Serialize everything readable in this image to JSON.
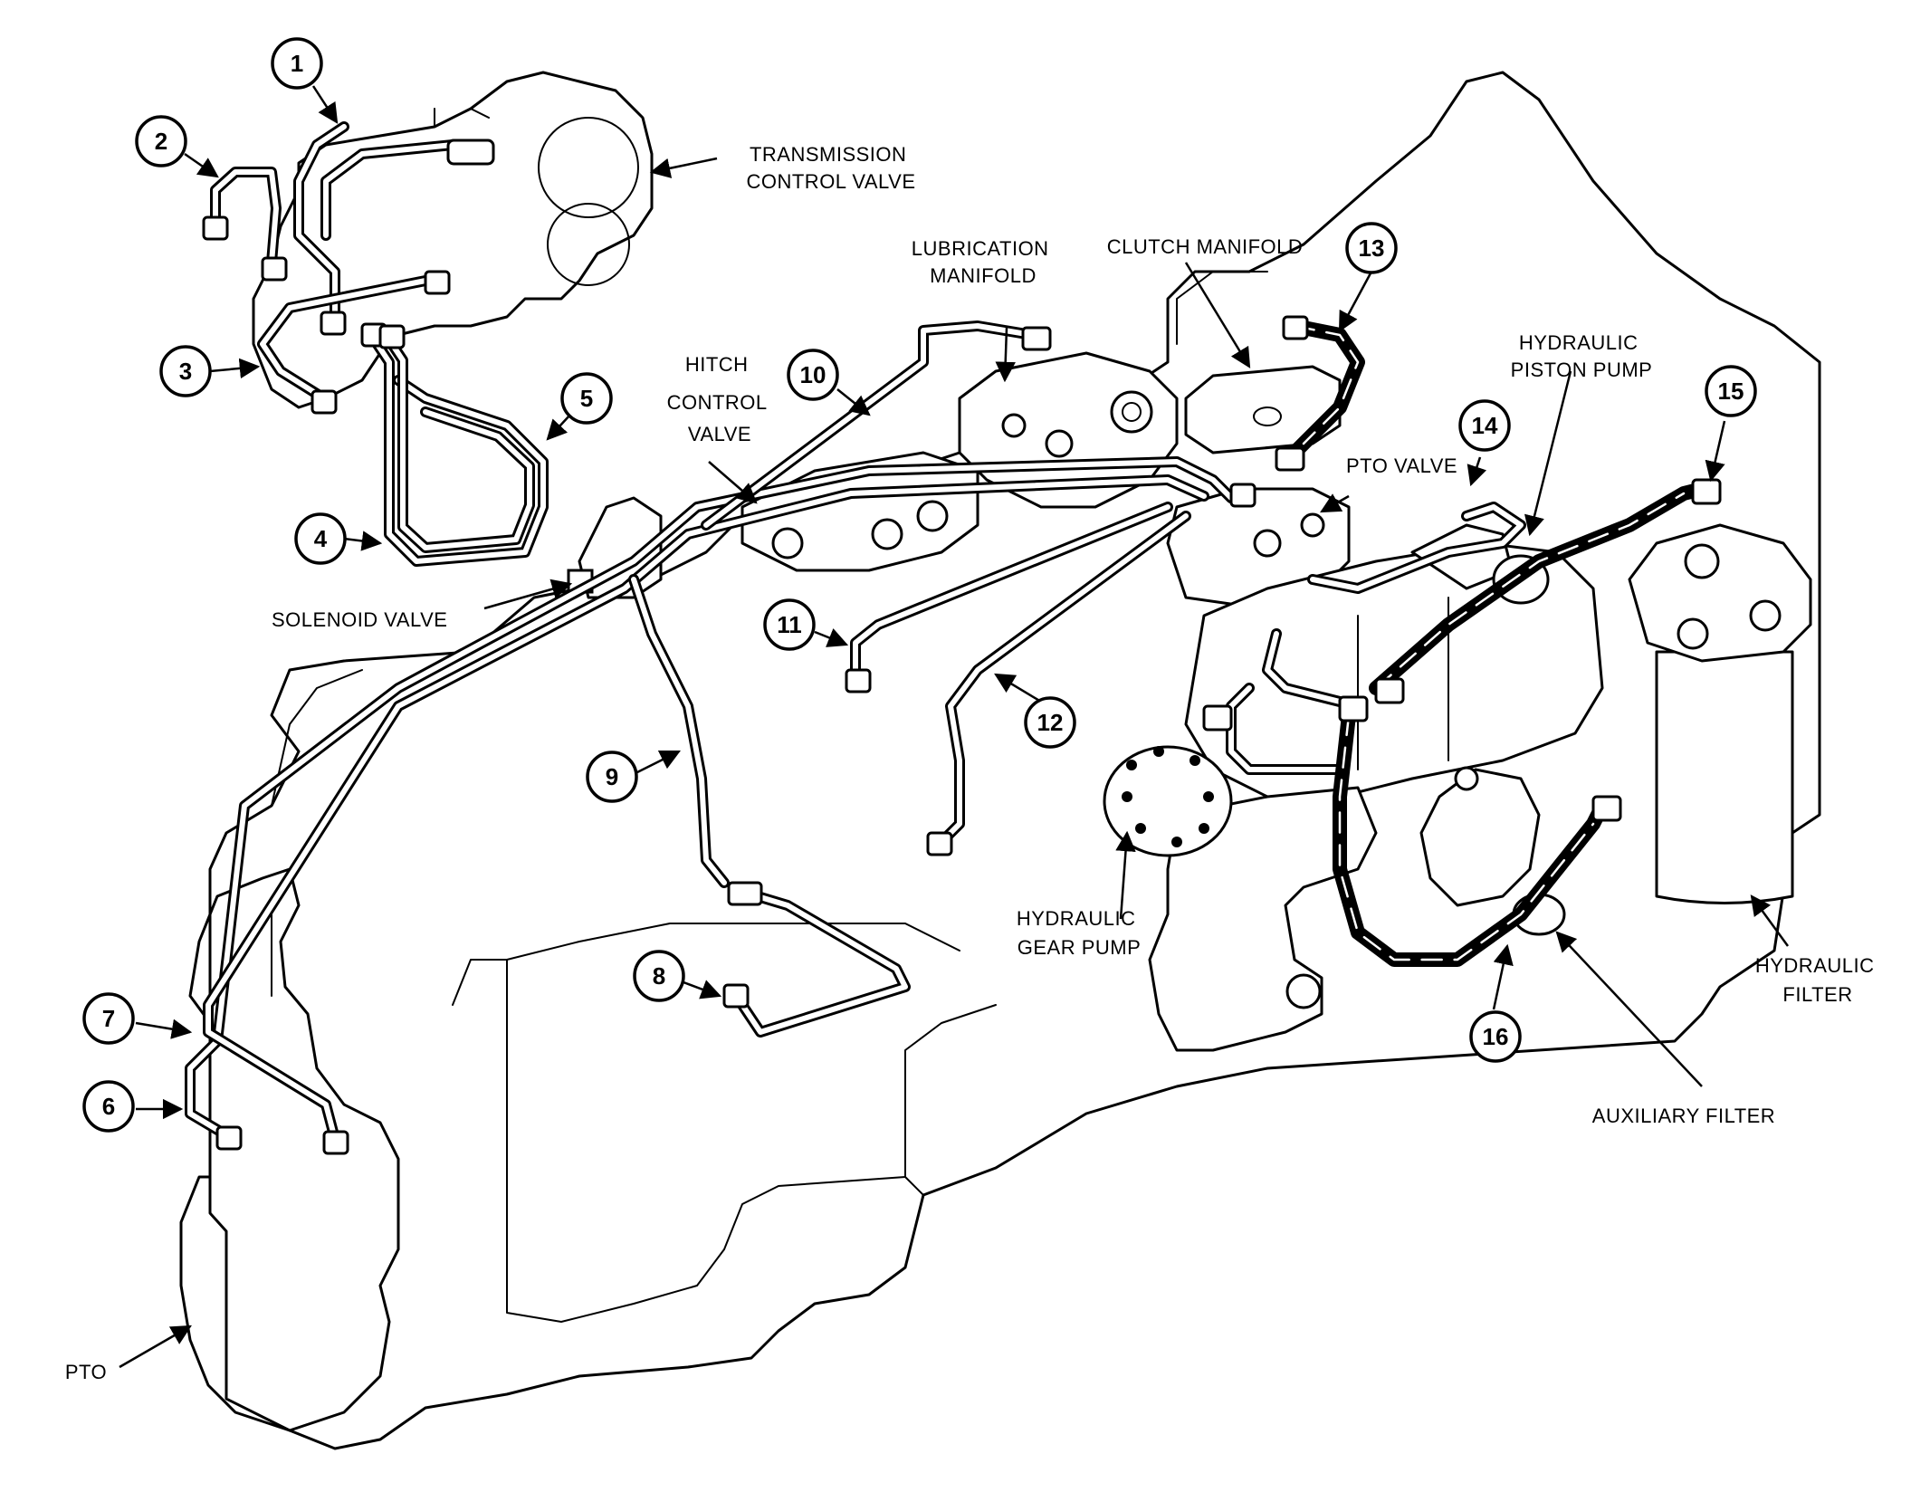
{
  "diagram": {
    "callouts": [
      "1",
      "2",
      "3",
      "4",
      "5",
      "6",
      "7",
      "8",
      "9",
      "10",
      "11",
      "12",
      "13",
      "14",
      "15",
      "16"
    ],
    "labels": {
      "transmission_control_valve": [
        "TRANSMISSION",
        "CONTROL VALVE"
      ],
      "lubrication_manifold": [
        "LUBRICATION",
        "MANIFOLD"
      ],
      "clutch_manifold": [
        "CLUTCH MANIFOLD"
      ],
      "hitch_control_valve": [
        "HITCH",
        "CONTROL",
        "VALVE"
      ],
      "hydraulic_piston_pump": [
        "HYDRAULIC",
        "PISTON PUMP"
      ],
      "pto_valve": [
        "PTO VALVE"
      ],
      "solenoid_valve": [
        "SOLENOID VALVE"
      ],
      "hydraulic_gear_pump": [
        "HYDRAULIC",
        "GEAR PUMP"
      ],
      "hydraulic_filter": [
        "HYDRAULIC",
        "FILTER"
      ],
      "auxiliary_filter": [
        "AUXILIARY FILTER"
      ],
      "pto": [
        "PTO"
      ]
    }
  }
}
